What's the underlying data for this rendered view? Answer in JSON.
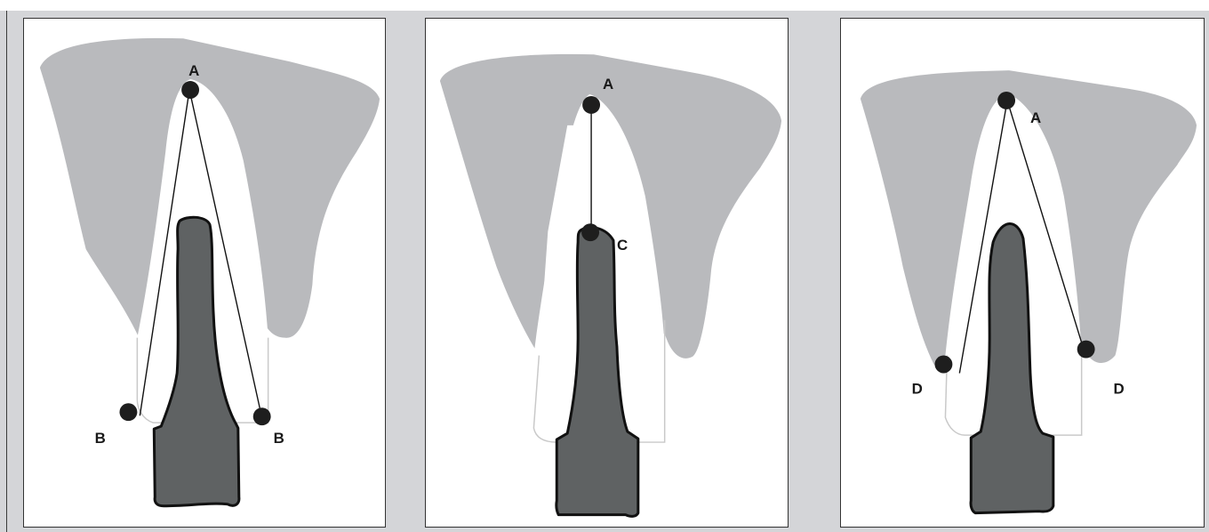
{
  "figure": {
    "panels": [
      {
        "id": "panel-1",
        "points": [
          {
            "label": "A"
          },
          {
            "label": "B"
          },
          {
            "label": "B"
          }
        ]
      },
      {
        "id": "panel-2",
        "points": [
          {
            "label": "A"
          },
          {
            "label": "C"
          }
        ]
      },
      {
        "id": "panel-3",
        "points": [
          {
            "label": "A"
          },
          {
            "label": "D"
          },
          {
            "label": "D"
          }
        ]
      }
    ],
    "colors": {
      "background": "#d4d5d8",
      "bone": "#b9babd",
      "implant": "#5f6263",
      "outline": "#111111",
      "point": "#1e1e1e"
    }
  }
}
